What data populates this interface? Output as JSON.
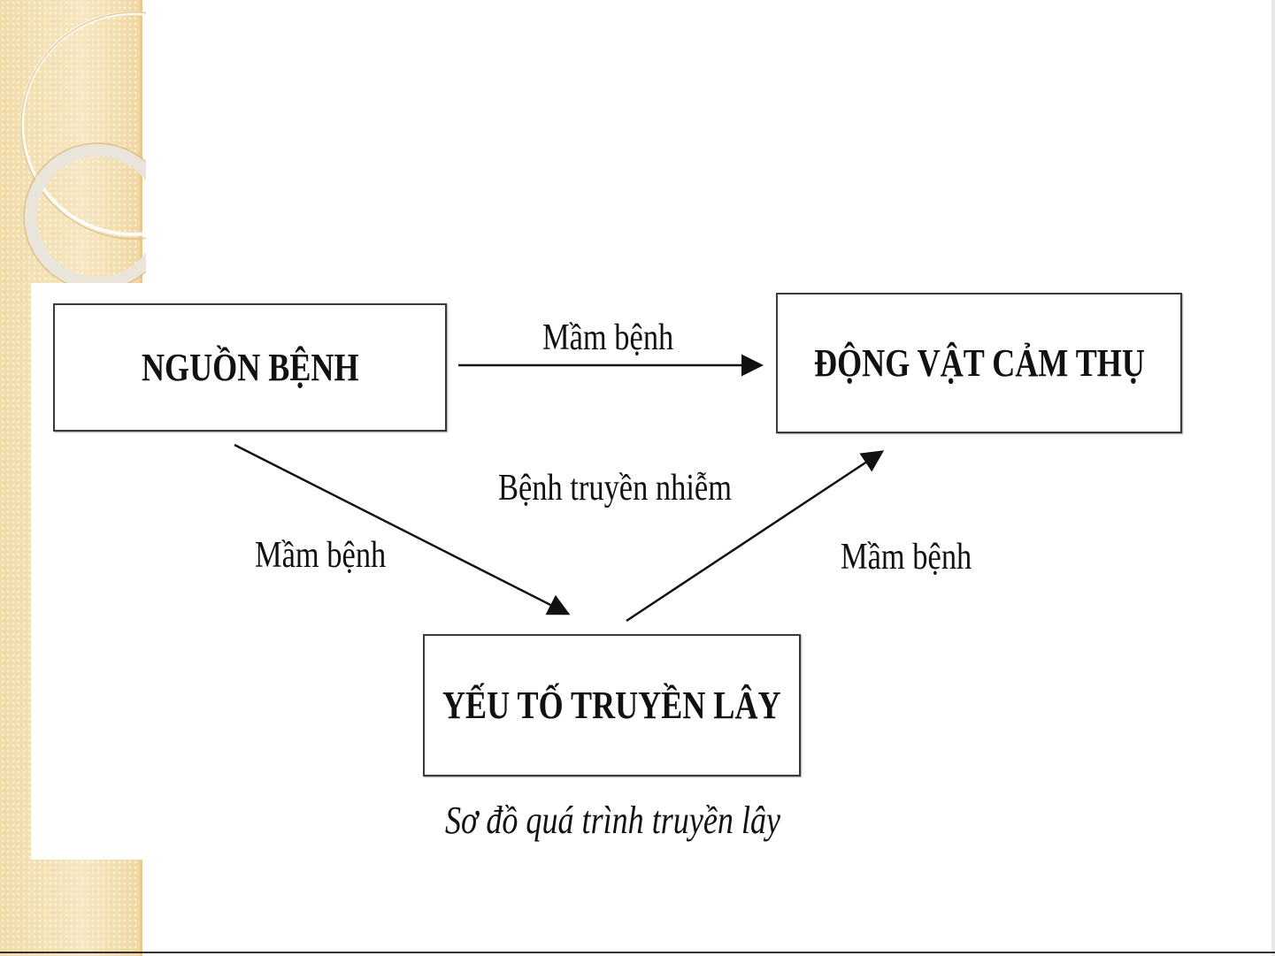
{
  "diagram": {
    "nodes": {
      "source": "NGUỒN BỆNH",
      "host": "ĐỘNG VẬT CẢM THỤ",
      "vector": "YẾU TỐ TRUYỀN LÂY"
    },
    "edges": {
      "source_to_host": "Mầm bệnh",
      "source_to_vector": "Mầm bệnh",
      "vector_to_host": "Mầm bệnh"
    },
    "center_label": "Bệnh truyền nhiễm",
    "caption": "Sơ đồ quá trình truyền lây"
  },
  "theme": {
    "band_color": "#f3dfae",
    "line_color": "#111111"
  }
}
